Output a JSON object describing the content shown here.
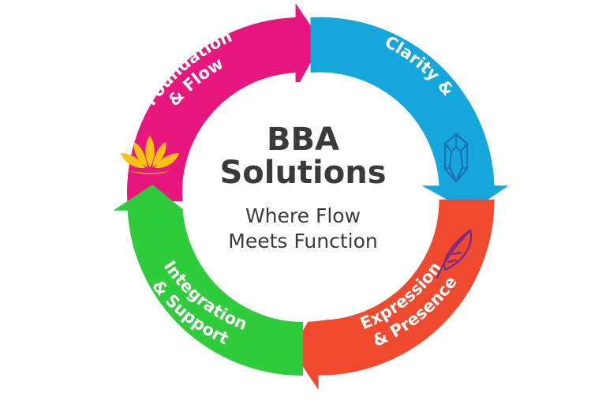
{
  "center": {
    "title_line1": "BBA",
    "title_line2": "Solutions",
    "subtitle_line1": "Where Flow",
    "subtitle_line2": "Meets Function"
  },
  "segments": [
    {
      "line1": "Foundation",
      "line2": "& Flow",
      "color": "#e8177e",
      "icon": "lotus-icon"
    },
    {
      "line1": "Clarity &",
      "line2": "",
      "color": "#15a6dc",
      "icon": "crystal-icon"
    },
    {
      "line1": "Expression",
      "line2": "& Presence",
      "color": "#ef4a2e",
      "icon": "feather-icon"
    },
    {
      "line1": "Integration",
      "line2": "& Support",
      "color": "#2fcc3c",
      "icon": ""
    }
  ],
  "colors": {
    "text_dark": "#3a3a3a",
    "lotus": "#f6c315",
    "crystal": "#1f6fb3",
    "feather": "#7b2a8c",
    "background": "#ffffff"
  }
}
